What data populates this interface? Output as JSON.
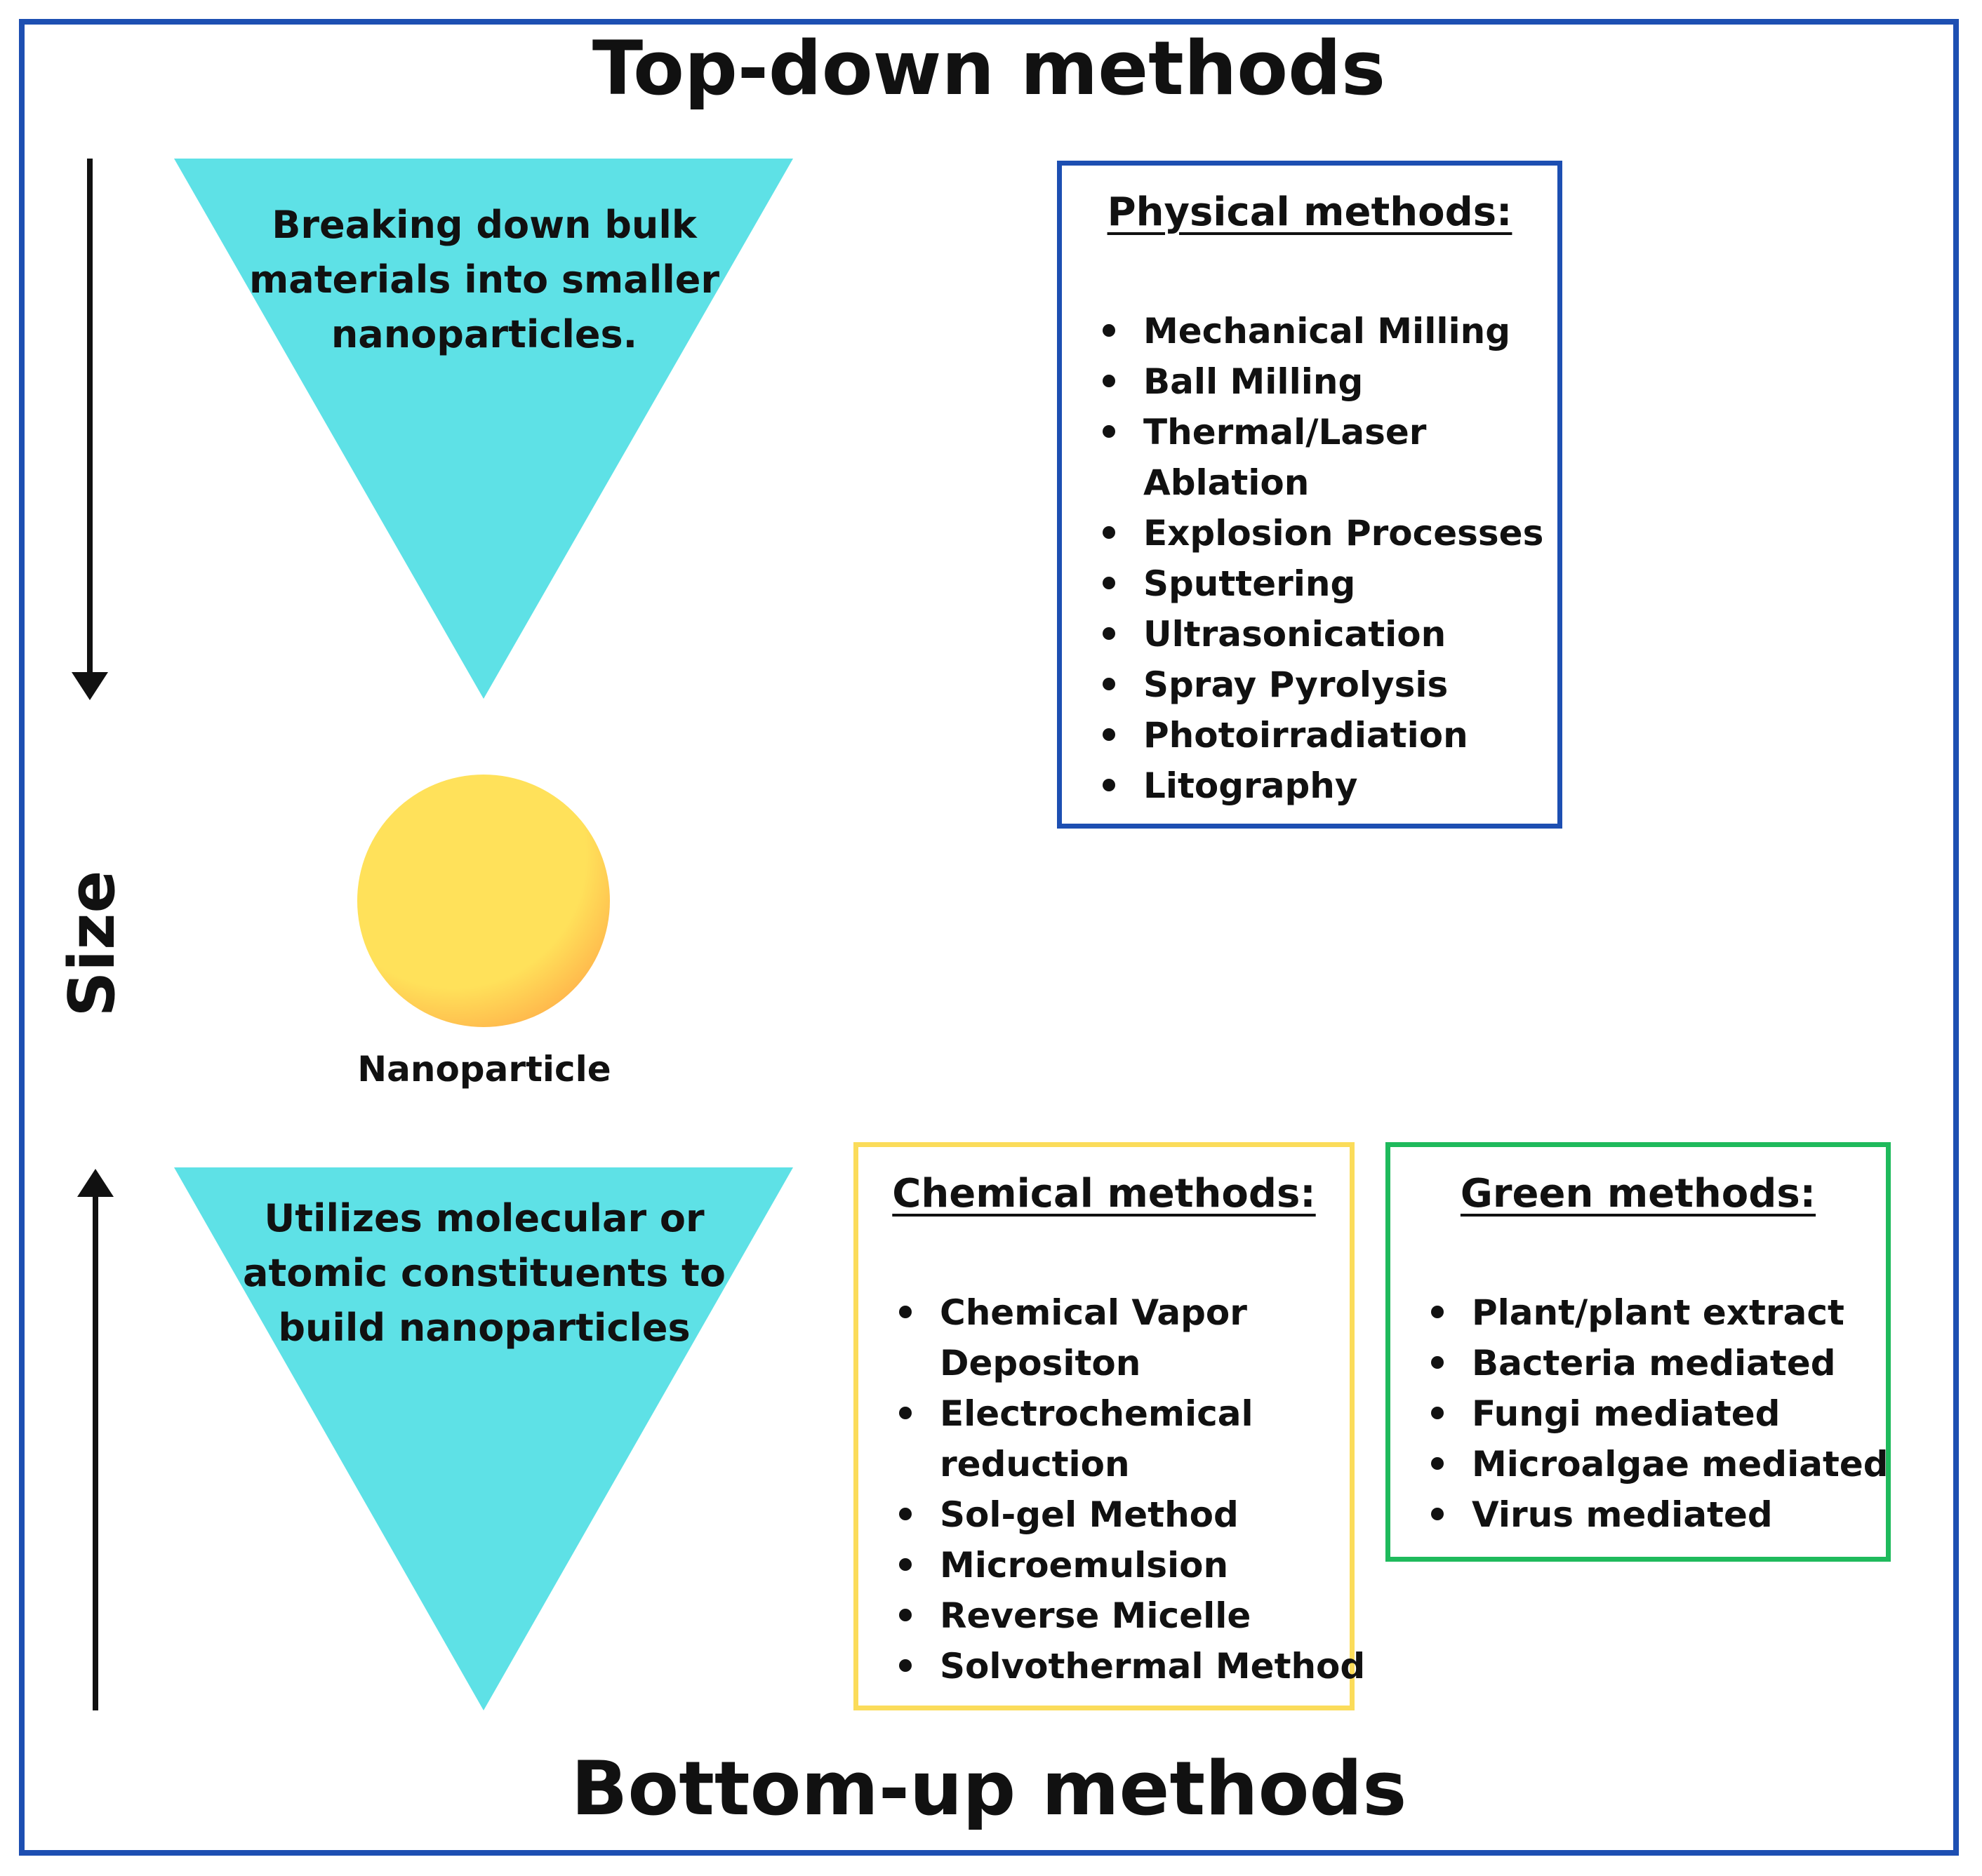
{
  "colors": {
    "frame": "#1d4fb2",
    "triangle": "#5ee1e6",
    "nanoparticle_light": "#ffe15a",
    "nanoparticle_dark": "#ffb24a",
    "physical_border": "#1d4fb2",
    "chemical_border": "#fbdc5a",
    "green_border": "#1fba5c",
    "text": "#111111"
  },
  "headings": {
    "top": "Top-down methods",
    "bottom": "Bottom-up methods"
  },
  "axis": {
    "label": "Size",
    "top_arrow_icon": "arrow-down-icon",
    "bottom_arrow_icon": "arrow-up-icon"
  },
  "top_down": {
    "description": "Breaking down bulk materials into smaller nanoparticles."
  },
  "bottom_up": {
    "description": "Utilizes molecular or atomic constituents to build nanoparticles"
  },
  "nanoparticle": {
    "label": "Nanoparticle",
    "icon": "sphere-icon"
  },
  "physical": {
    "title": "Physical methods:",
    "items": [
      "Mechanical Milling",
      "Ball Milling",
      "Thermal/Laser\nAblation",
      "Explosion Processes",
      "Sputtering",
      "Ultrasonication",
      "Spray Pyrolysis",
      "Photoirradiation",
      "Litography"
    ]
  },
  "chemical": {
    "title": "Chemical methods:",
    "items": [
      "Chemical Vapor\nDepositon",
      "Electrochemical\nreduction",
      "Sol-gel Method",
      "Microemulsion",
      "Reverse Micelle",
      "Solvothermal Method"
    ]
  },
  "green": {
    "title": "Green methods:",
    "items": [
      "Plant/plant extract",
      "Bacteria mediated",
      "Fungi mediated",
      "Microalgae mediated",
      "Virus mediated"
    ]
  }
}
